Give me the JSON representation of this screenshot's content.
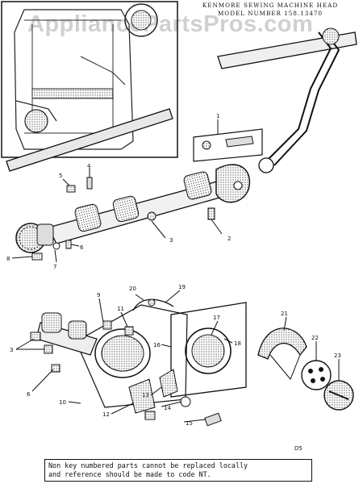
{
  "header": {
    "line1": "KENMORE SEWING MACHINE HEAD",
    "line2": "MODEL NUMBER 158.13470"
  },
  "watermark": "AppliancePartsPros.com",
  "diagram_code": "D5",
  "footer_note": {
    "line1": "Non key numbered parts cannot be replaced locally",
    "line2": "and reference should be made to code NT."
  },
  "callouts": [
    "1",
    "2",
    "3",
    "4",
    "5",
    "6",
    "7",
    "8",
    "3",
    "6",
    "9",
    "10",
    "11",
    "12",
    "13",
    "14",
    "15",
    "16",
    "17",
    "18",
    "19",
    "20",
    "21",
    "22",
    "23"
  ]
}
